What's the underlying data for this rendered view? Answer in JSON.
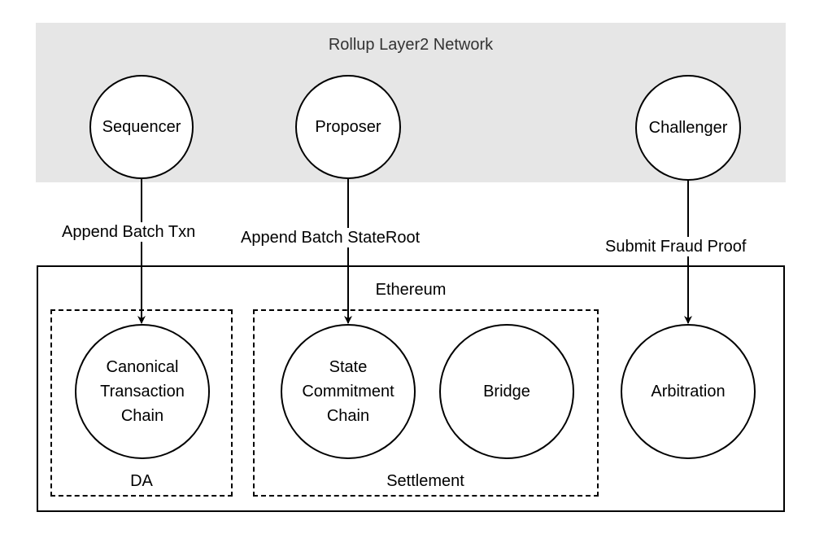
{
  "layer2": {
    "title": "Rollup Layer2 Network",
    "nodes": {
      "sequencer": "Sequencer",
      "proposer": "Proposer",
      "challenger": "Challenger"
    }
  },
  "ethereum": {
    "title": "Ethereum",
    "groups": {
      "da": "DA",
      "settlement": "Settlement"
    },
    "nodes": {
      "canonical_tx_chain": [
        "Canonical",
        "Transaction",
        "Chain"
      ],
      "state_commitment_chain": [
        "State",
        "Commitment",
        "Chain"
      ],
      "bridge": "Bridge",
      "arbitration": "Arbitration"
    }
  },
  "edges": {
    "sequencer_to_ctc": "Append Batch Txn",
    "proposer_to_scc": "Append Batch StateRoot",
    "challenger_to_arbitration": "Submit Fraud Proof"
  },
  "colors": {
    "band_fill": "#e6e6e6",
    "stroke": "#000000",
    "node_fill": "#ffffff"
  }
}
